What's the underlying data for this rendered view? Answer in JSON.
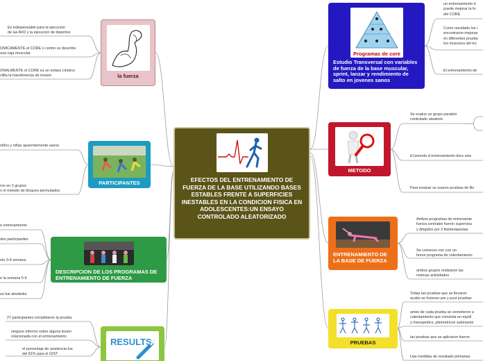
{
  "central": {
    "title": "EFECTOS DEL ENTRENAMIENTO DE FUERZA DE LA BASE UTILIZANDO BASES ESTABLES FRENTE A SUPERFICIES INESTABLES EN LA CONDICION FISICA EN ADOLESCENTES:UN ENSAYO CONTROLADO ALEATORIZADO",
    "image_icon": "heartbeat-runner-icon",
    "color": "#5b5418"
  },
  "nodes": {
    "fuerza": {
      "label": "la fuerza",
      "color": "#e8c4c8",
      "text_color": "#5a1020",
      "icon": "flexed-arm-sketch-icon",
      "leaves": [
        "Es indispensable para la ejecucion\nde las AVD y la ejecucion de  deportes",
        "OMICAMENTE el CORE o centro se describe\nuna caja muscular",
        "ONALMENTE el CORE es un enlace cinetico\ncilita la transferencia de torsion"
      ]
    },
    "participantes": {
      "label": "PARTICIPANTES",
      "color": "#1e9bc0",
      "text_color": "#ffffff",
      "icon": "outdoor-exercise-photo-icon",
      "leaves": [
        "niños y niñas aparentemente sanos",
        "ron en 2 grupos\no el metodo de bloques permutados"
      ]
    },
    "programas": {
      "label": "DESCRIPCION DE LOS PROGRAMAS DE ENTRENAMIENTO DE FUERZA",
      "color": "#2e9a45",
      "text_color": "#ffffff",
      "icon": "gym-group-photo-icon",
      "leaves": [
        "e entrenamiento",
        "dos participantes",
        "nto 3-4 semana",
        "e la semana 5-6",
        "so fue alrededor"
      ]
    },
    "results": {
      "label": "RESULTS",
      "color": "#8cc63f",
      "text_color": "#ffffff",
      "icon": "results-handwriting-icon",
      "leaves": [
        "27 participantes completaron la prueba",
        "ninguno informo sobre alguna lesion\nrelacionada con el entrenamiento",
        "el porcentaje de asistencia fue\ndel 81% para el GIST"
      ]
    },
    "estudio": {
      "label": "Estudio Transversal con variables de fuerza de la base muscular, sprint, lanzar y rendimiento de salto en jovenes sanos",
      "color": "#2418c0",
      "text_color": "#ffffff",
      "icon": "core-exercise-pyramid-icon",
      "image_text": "Programas de core",
      "leaves": [
        "un entrenamiento d\npuede mejorar  la fu\ndel CORE",
        "Como resultado los i\nencontraron mejoras\nen diferentes prueba\nlos musculos del  tro",
        "El entrenamiento de"
      ]
    },
    "metodo": {
      "label": "METODO",
      "color": "#c0172c",
      "text_color": "#ffffff",
      "icon": "magnifier-figure-icon",
      "leaves": [
        "Se evaluo un grupo paralelo\ncontrolado aleatorio",
        "El periodo d entrenamiento duro seis",
        "Para evaluar se usaron pruebas de Bo"
      ]
    },
    "entrenamiento": {
      "label": "ENTRENAMIENTO DE LA BASE DE FUERZA",
      "color": "#ee6f1a",
      "text_color": "#ffffff",
      "icon": "plank-exercise-photo-icon",
      "leaves": [
        "Ambos programas de entrenamie\n fuerza centrales fueron supervisa\ny dirigidos por 2 fisioterapeutas",
        "Se comenzo con con un\nbreve programa de calentamiento",
        "ambos grupos realizaron las\nmismas actividades"
      ]
    },
    "pruebas": {
      "label": "PRUEBAS",
      "color": "#f3e02a",
      "text_color": "#222222",
      "icon": "exercise-diagram-icon",
      "leaves": [
        "Todas las pruebas que se llevaron\nacabo se hicieron pre y post pruebas",
        "antes de cada prueba se sometieron a\ncalentamiento  que consistia en equili\ny monopedico, pliometricos submaxim",
        "las pruebas que se aplicaron fueron",
        "Uas medidas de resultado primarias"
      ]
    }
  }
}
